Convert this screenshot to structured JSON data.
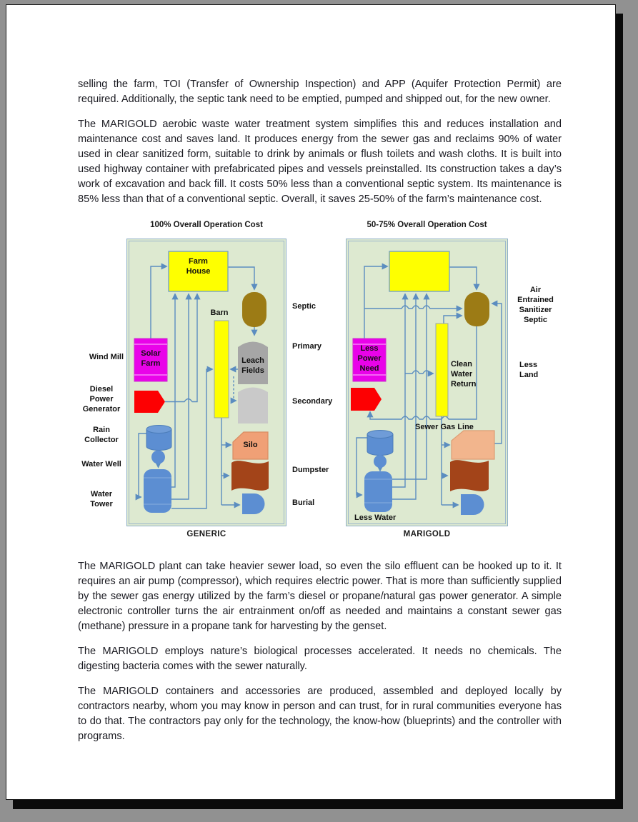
{
  "doc": {
    "paragraphs": [
      "selling the farm, TOI (Transfer of Ownership Inspection) and APP (Aquifer Protection Permit) are required. Additionally, the septic tank need to be emptied, pumped and shipped out, for the new owner.",
      "The MARIGOLD aerobic waste water treatment system simplifies this and reduces installation and maintenance cost and saves land. It produces energy from the sewer gas and reclaims 90% of water used in clear sanitized form, suitable to drink by animals or flush toilets and wash cloths. It is built into used highway container with prefabricated pipes and vessels preinstalled. Its construction takes a day’s work of excavation and back fill. It costs 50% less than a conventional septic system. Its maintenance is 85% less than that of a conventional septic. Overall, it saves 25-50% of the farm’s maintenance cost.",
      "The MARIGOLD plant can take heavier sewer load, so even the silo effluent can be hooked up to it. It requires an air pump (compressor), which requires electric power. That is more than sufficiently supplied by the sewer gas energy utilized by the farm’s diesel or propane/natural gas power generator. A simple electronic controller turns the air entrainment on/off as needed and maintains a constant sewer gas (methane) pressure in a propane tank for harvesting by the genset.",
      "The MARIGOLD employs nature’s biological processes accelerated. It needs no chemicals. The digesting bacteria comes with the sewer naturally.",
      "The MARIGOLD containers and accessories are produced, assembled and deployed locally by contractors nearby, whom you may know in person and can trust, for in rural communities everyone has to do that. The contractors pay only for the technology, the know-how (blueprints) and the controller with programs."
    ]
  },
  "figure": {
    "generic": {
      "title": "100% Overall Operation Cost",
      "caption": "GENERIC",
      "nodes": {
        "farm_house": "Farm\nHouse",
        "barn": "Barn",
        "solar_farm": "Solar\nFarm",
        "leach_fields": "Leach\nFields",
        "silo": "Silo"
      },
      "left_labels": {
        "wind_mill": "Wind Mill",
        "diesel_power_generator": "Diesel\nPower\nGenerator",
        "rain_collector": "Rain\nCollector",
        "water_well": "Water Well",
        "water_tower": "Water\nTower"
      },
      "right_labels": {
        "septic": "Septic",
        "primary": "Primary",
        "secondary": "Secondary",
        "dumpster": "Dumpster",
        "burial": "Burial"
      }
    },
    "marigold": {
      "title": "50-75% Overall Operation Cost",
      "caption": "MARIGOLD",
      "nodes": {
        "less_power_need": "Less\nPower\nNeed",
        "clean_water_return": "Clean\nWater\nReturn",
        "sewer_gas_line": "Sewer Gas Line",
        "less_water": "Less Water"
      },
      "right_labels": {
        "air_entrained_sanitizer_septic": "Air\nEntrained\nSanitizer\nSeptic",
        "less_land": "Less\nLand"
      }
    },
    "colors": {
      "panel_bg": "#dde9d0",
      "line_blue": "#5b8dc0",
      "house_yellow": "#feff00",
      "solar_magenta": "#e903e9",
      "generator_red": "#fd0002",
      "septic_brown": "#9c7b15",
      "primary_gray": "#a6a6a6",
      "secondary_gray": "#c9c9c9",
      "silo_peach": "#f0a076",
      "dumpster_rust": "#a34419",
      "water_blue": "#5c8ed2"
    }
  }
}
